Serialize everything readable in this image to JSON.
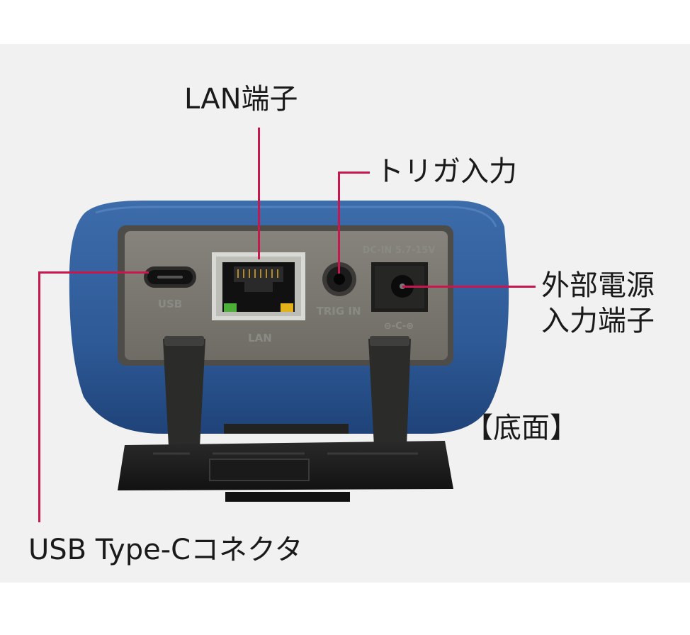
{
  "callouts": {
    "lan": "LAN端子",
    "trigger": "トリガ入力",
    "power_line1": "外部電源",
    "power_line2": "入力端子",
    "bottom": "【底面】",
    "usb": "USB Type-Cコネクタ"
  },
  "panel_labels": {
    "usb": "USB",
    "lan": "LAN",
    "trig": "TRIG IN",
    "dc": "DC-IN 5.7-15V",
    "polarity": "⊖-C-⊕"
  },
  "colors": {
    "leader": "#c8174e",
    "housing": "#2f5a96",
    "panel": "#7b7871"
  }
}
